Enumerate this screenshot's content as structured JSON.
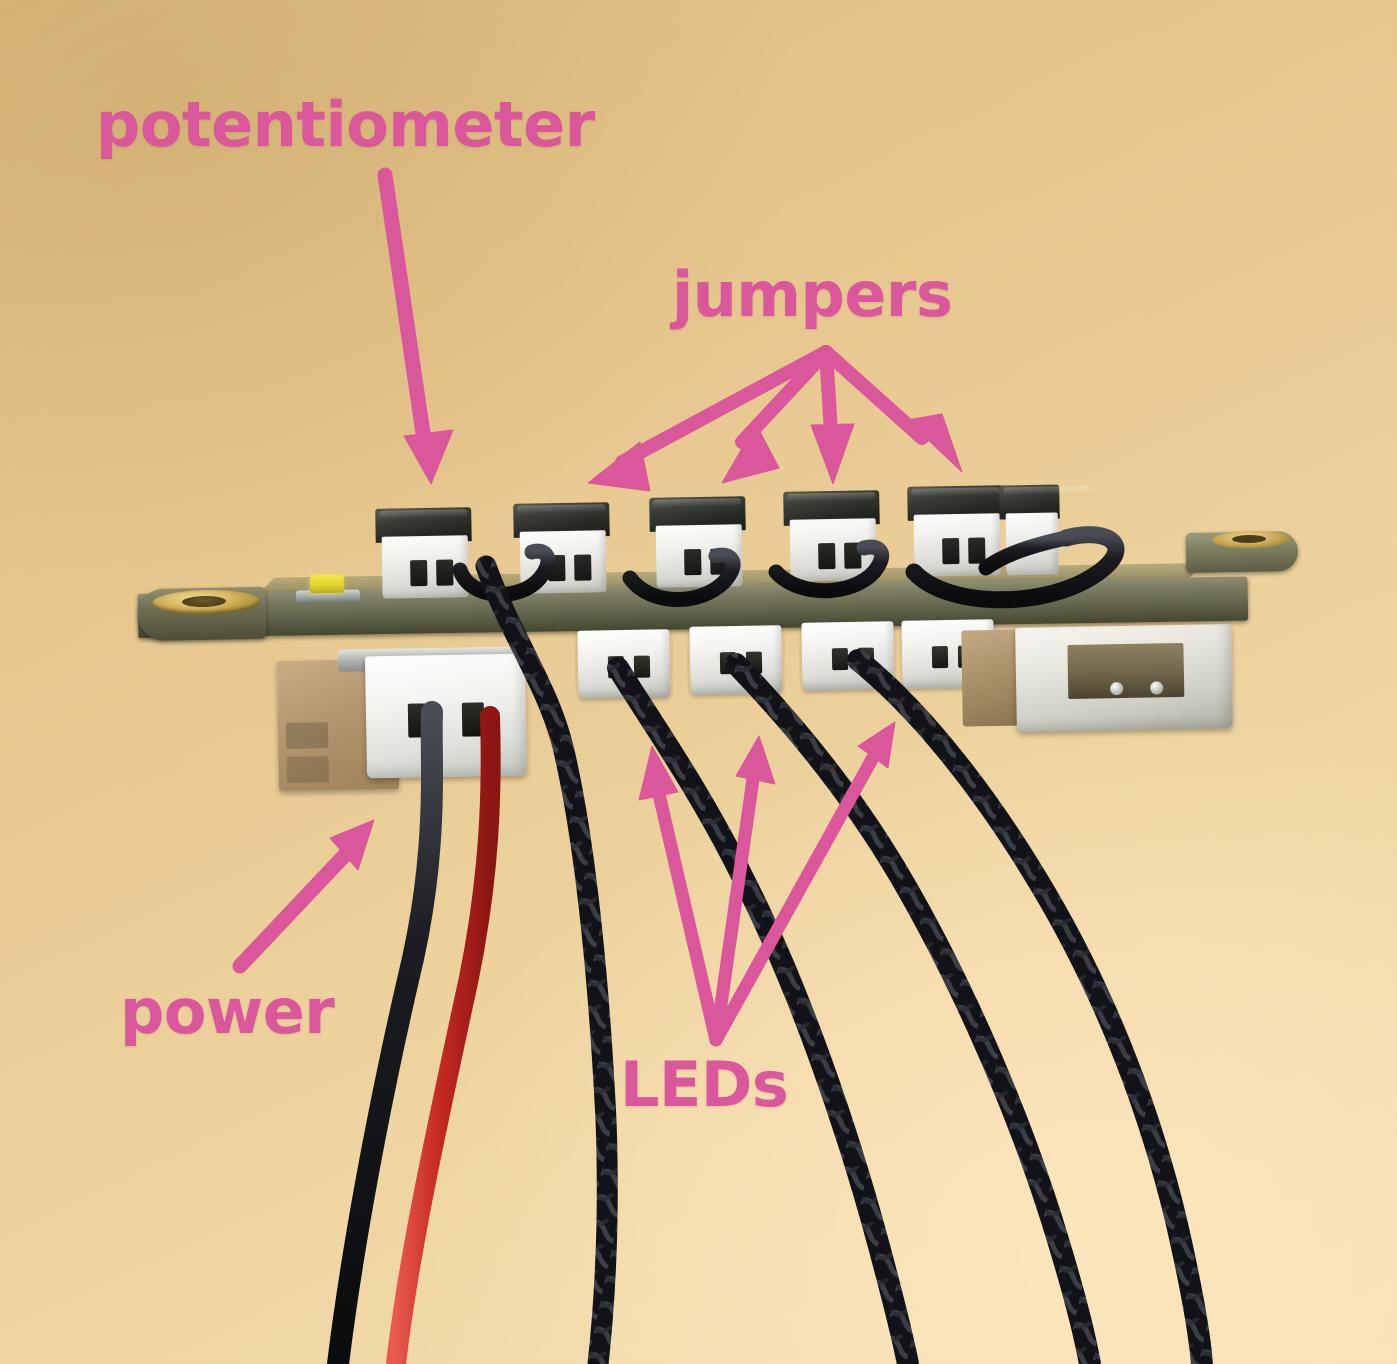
{
  "image": {
    "kind": "annotated-photograph",
    "subject": "edge-on view of a printed circuit board with screw terminal blocks, jumper wires and twisted-pair LED wires",
    "background_color": "#ecd095",
    "annotation_color": "#d9579a"
  },
  "annotations": {
    "accent_color": "#d9579a",
    "labels": [
      {
        "id": "potentiometer",
        "text": "potentiometer",
        "arrow_count": 1,
        "points_to": "leftmost terminal block on the top row of the board"
      },
      {
        "id": "jumpers",
        "text": "jumpers",
        "arrow_count": 4,
        "points_to": "the four black jumper wire loops bridging the top-row terminal blocks"
      },
      {
        "id": "power",
        "text": "power",
        "arrow_count": 1,
        "points_to": "the white two-pin connector with black and red power leads"
      },
      {
        "id": "LEDs",
        "text": "LEDs",
        "arrow_count": 3,
        "points_to": "the twisted-pair black wires leaving the bottom-row terminal blocks"
      }
    ]
  },
  "board": {
    "components": [
      {
        "name": "gold-mounting-pad-left",
        "color": "#d8b85f"
      },
      {
        "name": "indicator-led-yellow",
        "color": "#f0e23b"
      },
      {
        "name": "terminal-block-top-row",
        "count": 6,
        "cap_color": "#2a2c28",
        "body_color": "#f2f2ee"
      },
      {
        "name": "terminal-block-bottom-row",
        "count": 4,
        "body_color": "#f4f4f0"
      },
      {
        "name": "power-connector",
        "body_color": "#f4f4f0"
      },
      {
        "name": "jst-connector-right",
        "body_color": "#e7e6de"
      },
      {
        "name": "gold-mounting-pad-right",
        "color": "#cfae58"
      },
      {
        "name": "pcb-substrate",
        "color": "#6c6d53"
      }
    ],
    "wires": [
      {
        "name": "power-lead-negative",
        "color": "#141414"
      },
      {
        "name": "power-lead-positive",
        "color": "#c42a24"
      },
      {
        "name": "jumper-wire",
        "color": "#121212",
        "count": 4
      },
      {
        "name": "led-twisted-pair",
        "color": "#15161a",
        "count": 4
      }
    ]
  }
}
